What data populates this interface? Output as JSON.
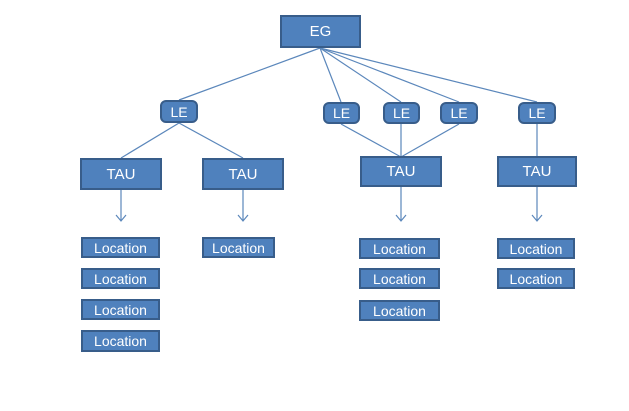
{
  "diagram_title": "",
  "colors": {
    "node_fill": "#4f81bd",
    "node_border": "#385d8a",
    "connector": "#5b87bb",
    "node_text": "#ffffff",
    "background": "#ffffff"
  },
  "nodes": {
    "eg": {
      "label": "EG"
    },
    "le": [
      {
        "label": "LE"
      },
      {
        "label": "LE"
      },
      {
        "label": "LE"
      },
      {
        "label": "LE"
      },
      {
        "label": "LE"
      }
    ],
    "tau": [
      {
        "label": "TAU"
      },
      {
        "label": "TAU"
      },
      {
        "label": "TAU"
      },
      {
        "label": "TAU"
      }
    ],
    "locations": [
      [
        {
          "label": "Location"
        },
        {
          "label": "Location"
        },
        {
          "label": "Location"
        },
        {
          "label": "Location"
        }
      ],
      [
        {
          "label": "Location"
        }
      ],
      [
        {
          "label": "Location"
        },
        {
          "label": "Location"
        },
        {
          "label": "Location"
        }
      ],
      [
        {
          "label": "Location"
        },
        {
          "label": "Location"
        }
      ]
    ]
  },
  "edges": [
    {
      "from": "eg",
      "to": "le-1",
      "type": "line"
    },
    {
      "from": "eg",
      "to": "le-2",
      "type": "line"
    },
    {
      "from": "eg",
      "to": "le-3",
      "type": "line"
    },
    {
      "from": "eg",
      "to": "le-4",
      "type": "line"
    },
    {
      "from": "eg",
      "to": "le-5",
      "type": "line"
    },
    {
      "from": "le-1",
      "to": "tau-1",
      "type": "line"
    },
    {
      "from": "le-1",
      "to": "tau-2",
      "type": "line"
    },
    {
      "from": "le-2",
      "to": "tau-3",
      "type": "line"
    },
    {
      "from": "le-3",
      "to": "tau-3",
      "type": "line"
    },
    {
      "from": "le-4",
      "to": "tau-3",
      "type": "line"
    },
    {
      "from": "le-5",
      "to": "tau-4",
      "type": "line"
    },
    {
      "from": "tau-1",
      "to": "location-stack-1",
      "type": "arrow"
    },
    {
      "from": "tau-2",
      "to": "location-stack-2",
      "type": "arrow"
    },
    {
      "from": "tau-3",
      "to": "location-stack-3",
      "type": "arrow"
    },
    {
      "from": "tau-4",
      "to": "location-stack-4",
      "type": "arrow"
    }
  ]
}
